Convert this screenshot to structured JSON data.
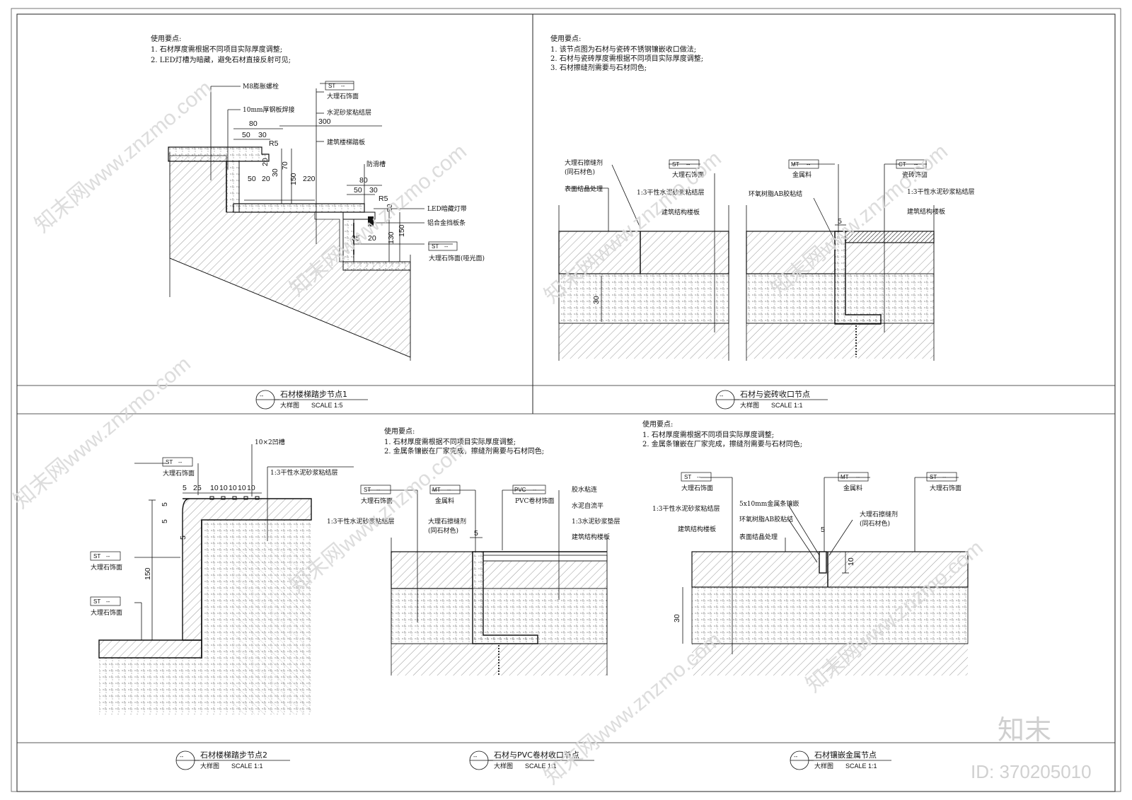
{
  "panels": {
    "p1": {
      "notes_title": "使用要点:",
      "notes": [
        "1. 石材厚度需根据不同项目实际厚度调整;",
        "2. LED灯槽为暗藏，避免石材直接反射可见;"
      ],
      "labels": {
        "bolt": "M8膨胀螺栓",
        "plate": "10mm厚钢板焊接",
        "stone": "大理石饰面",
        "mortar": "水泥砂浆粘结层",
        "tread": "建筑楼梯踏板",
        "groove": "防滑槽",
        "led": "LED暗藏灯带",
        "alu": "铝合金挡板条",
        "stone2": "大理石饰面(哑光面)"
      },
      "tags": {
        "st": "ST",
        "dash": "--"
      },
      "dims": [
        "80",
        "50",
        "30",
        "R5",
        "300",
        "20",
        "30",
        "70",
        "150",
        "50",
        "20",
        "220",
        "80",
        "50",
        "30",
        "R5",
        "20",
        "35",
        "20",
        "130",
        "150"
      ],
      "title": "石材楼梯踏步节点1",
      "subtitle": "大样图",
      "scale": "SCALE   1:5",
      "num": "--"
    },
    "p2": {
      "notes_title": "使用要点:",
      "notes": [
        "1. 该节点图为石材与瓷砖不锈钢镶嵌收口做法;",
        "2. 石材与瓷砖厚度需根据不同项目实际厚度调整;",
        "3. 石材擦缝剂需要与石材同色;"
      ],
      "labels": {
        "joint": "大理石擦缝剂",
        "joint2": "(同石材色)",
        "surface": "表面结晶处理",
        "stone": "大理石饰面",
        "mortar": "1:3干性水泥砂浆粘结层",
        "slab": "建筑结构楼板",
        "metal": "金属料",
        "epoxy": "环氧树脂AB胶粘结",
        "tile": "瓷砖饰面",
        "mortar2": "1:3干性水泥砂浆粘结层",
        "slab2": "建筑结构楼板"
      },
      "tags": {
        "st": "ST",
        "mt": "MT",
        "ct": "CT",
        "dash": "--"
      },
      "dims": [
        "30",
        "5"
      ],
      "title": "石材与瓷砖收口节点",
      "subtitle": "大样图",
      "scale": "SCALE   1:1",
      "num": "--"
    },
    "p3": {
      "labels": {
        "groove": "10×2凹槽",
        "stone": "大理石饰面",
        "mortar": "1:3干性水泥砂浆粘结层",
        "stone2": "大理石饰面",
        "stone3": "大理石饰面"
      },
      "tags": {
        "st": "ST",
        "dash": "--"
      },
      "dims": [
        "5",
        "25",
        "10",
        "10",
        "10",
        "10",
        "10",
        "150",
        "5",
        "5",
        "5"
      ],
      "title": "石材楼梯踏步节点2",
      "subtitle": "大样图",
      "scale": "SCALE   1:1",
      "num": "--"
    },
    "p4": {
      "notes_title": "使用要点:",
      "notes": [
        "1. 石材厚度需根据不同项目实际厚度调整;",
        "2. 金属条镶嵌在厂家完成，擦缝剂需要与石材同色;"
      ],
      "labels": {
        "stone": "大理石饰面",
        "metal": "金属料",
        "pvc": "PVC卷材饰面",
        "glue": "胶水粘连",
        "level": "水泥自流平",
        "cushion": "1:3水泥砂浆垫层",
        "slab": "建筑结构楼板",
        "mortar": "1:3干性水泥砂浆粘结层",
        "joint": "大理石擦缝剂",
        "joint2": "(同石材色)"
      },
      "tags": {
        "st": "ST",
        "mt": "MT",
        "pvc": "PVC",
        "dash": "--"
      },
      "dims": [
        "5"
      ],
      "title": "石材与PVC卷材收口节点",
      "subtitle": "大样图",
      "scale": "SCALE   1:1",
      "num": "--"
    },
    "p5": {
      "notes_title": "使用要点:",
      "notes": [
        "1. 石材厚度需根据不同项目实际厚度调整;",
        "2. 金属条镶嵌在厂家完成，擦缝剂需要与石材同色;"
      ],
      "labels": {
        "stone": "大理石饰面",
        "mortar": "1:3干性水泥砂浆粘结层",
        "slab": "建筑结构楼板",
        "strip": "5x10mm金属条镶嵌",
        "epoxy": "环氧树脂AB胶粘结",
        "surface": "表面结晶处理",
        "metal": "金属料",
        "joint": "大理石擦缝剂",
        "joint2": "(同石材色)",
        "stone2": "大理石饰面"
      },
      "tags": {
        "st": "ST",
        "mt": "MT",
        "dash": "--"
      },
      "dims": [
        "5",
        "10",
        "30"
      ],
      "title": "石材镶嵌金属节点",
      "subtitle": "大样图",
      "scale": "SCALE   1:1",
      "num": "--"
    }
  },
  "watermark": {
    "text": "知末网www.znzmo.com",
    "logo": "知末",
    "id": "ID: 370205010"
  }
}
